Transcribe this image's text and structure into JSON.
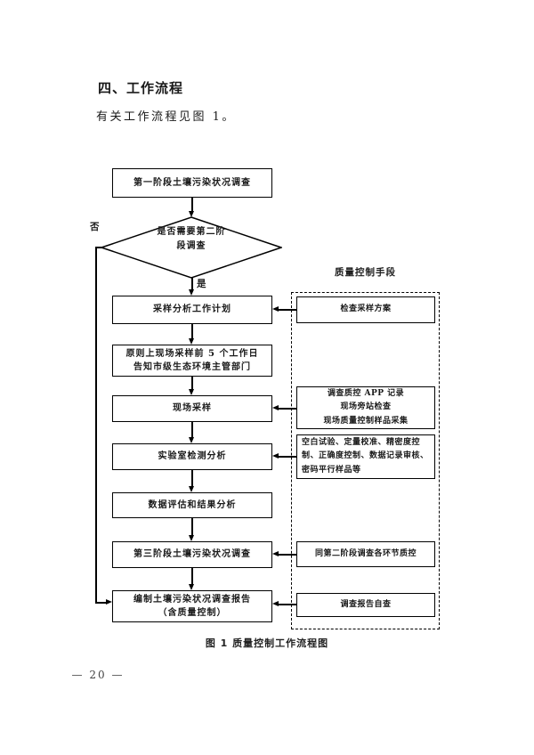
{
  "page": {
    "heading": "四、工作流程",
    "intro": "有关工作流程见图 1。",
    "caption": "图 1  质量控制工作流程图",
    "page_number": "— 20 —"
  },
  "colors": {
    "ink": "#1a1a1a",
    "page_bg": "#ffffff"
  },
  "flowchart": {
    "decision": {
      "label": "是否需要第二阶\n段调查",
      "no_label": "否",
      "yes_label": "是"
    },
    "steps": [
      {
        "label": "第一阶段土壤污染状况调查"
      },
      {
        "label": "采样分析工作计划"
      },
      {
        "label": "原则上现场采样前 5 个工作日\n告知市级生态环境主管部门"
      },
      {
        "label": "现场采样"
      },
      {
        "label": "实验室检测分析"
      },
      {
        "label": "数据评估和结果分析"
      },
      {
        "label": "第三阶段土壤污染状况调查"
      },
      {
        "label": "编制土壤污染状况调查报告\n（含质量控制）"
      }
    ],
    "qc": {
      "title": "质量控制手段",
      "boxes": [
        {
          "label": "检查采样方案"
        },
        {
          "label": "调查质控 APP 记录\n现场旁站检查\n现场质量控制样品采集"
        },
        {
          "label": "空白试验、定量校准、精密度控制、正确度控制、数据记录审核、密码平行样品等"
        },
        {
          "label": "同第二阶段调查各环节质控"
        },
        {
          "label": "调查报告自查"
        }
      ]
    }
  }
}
